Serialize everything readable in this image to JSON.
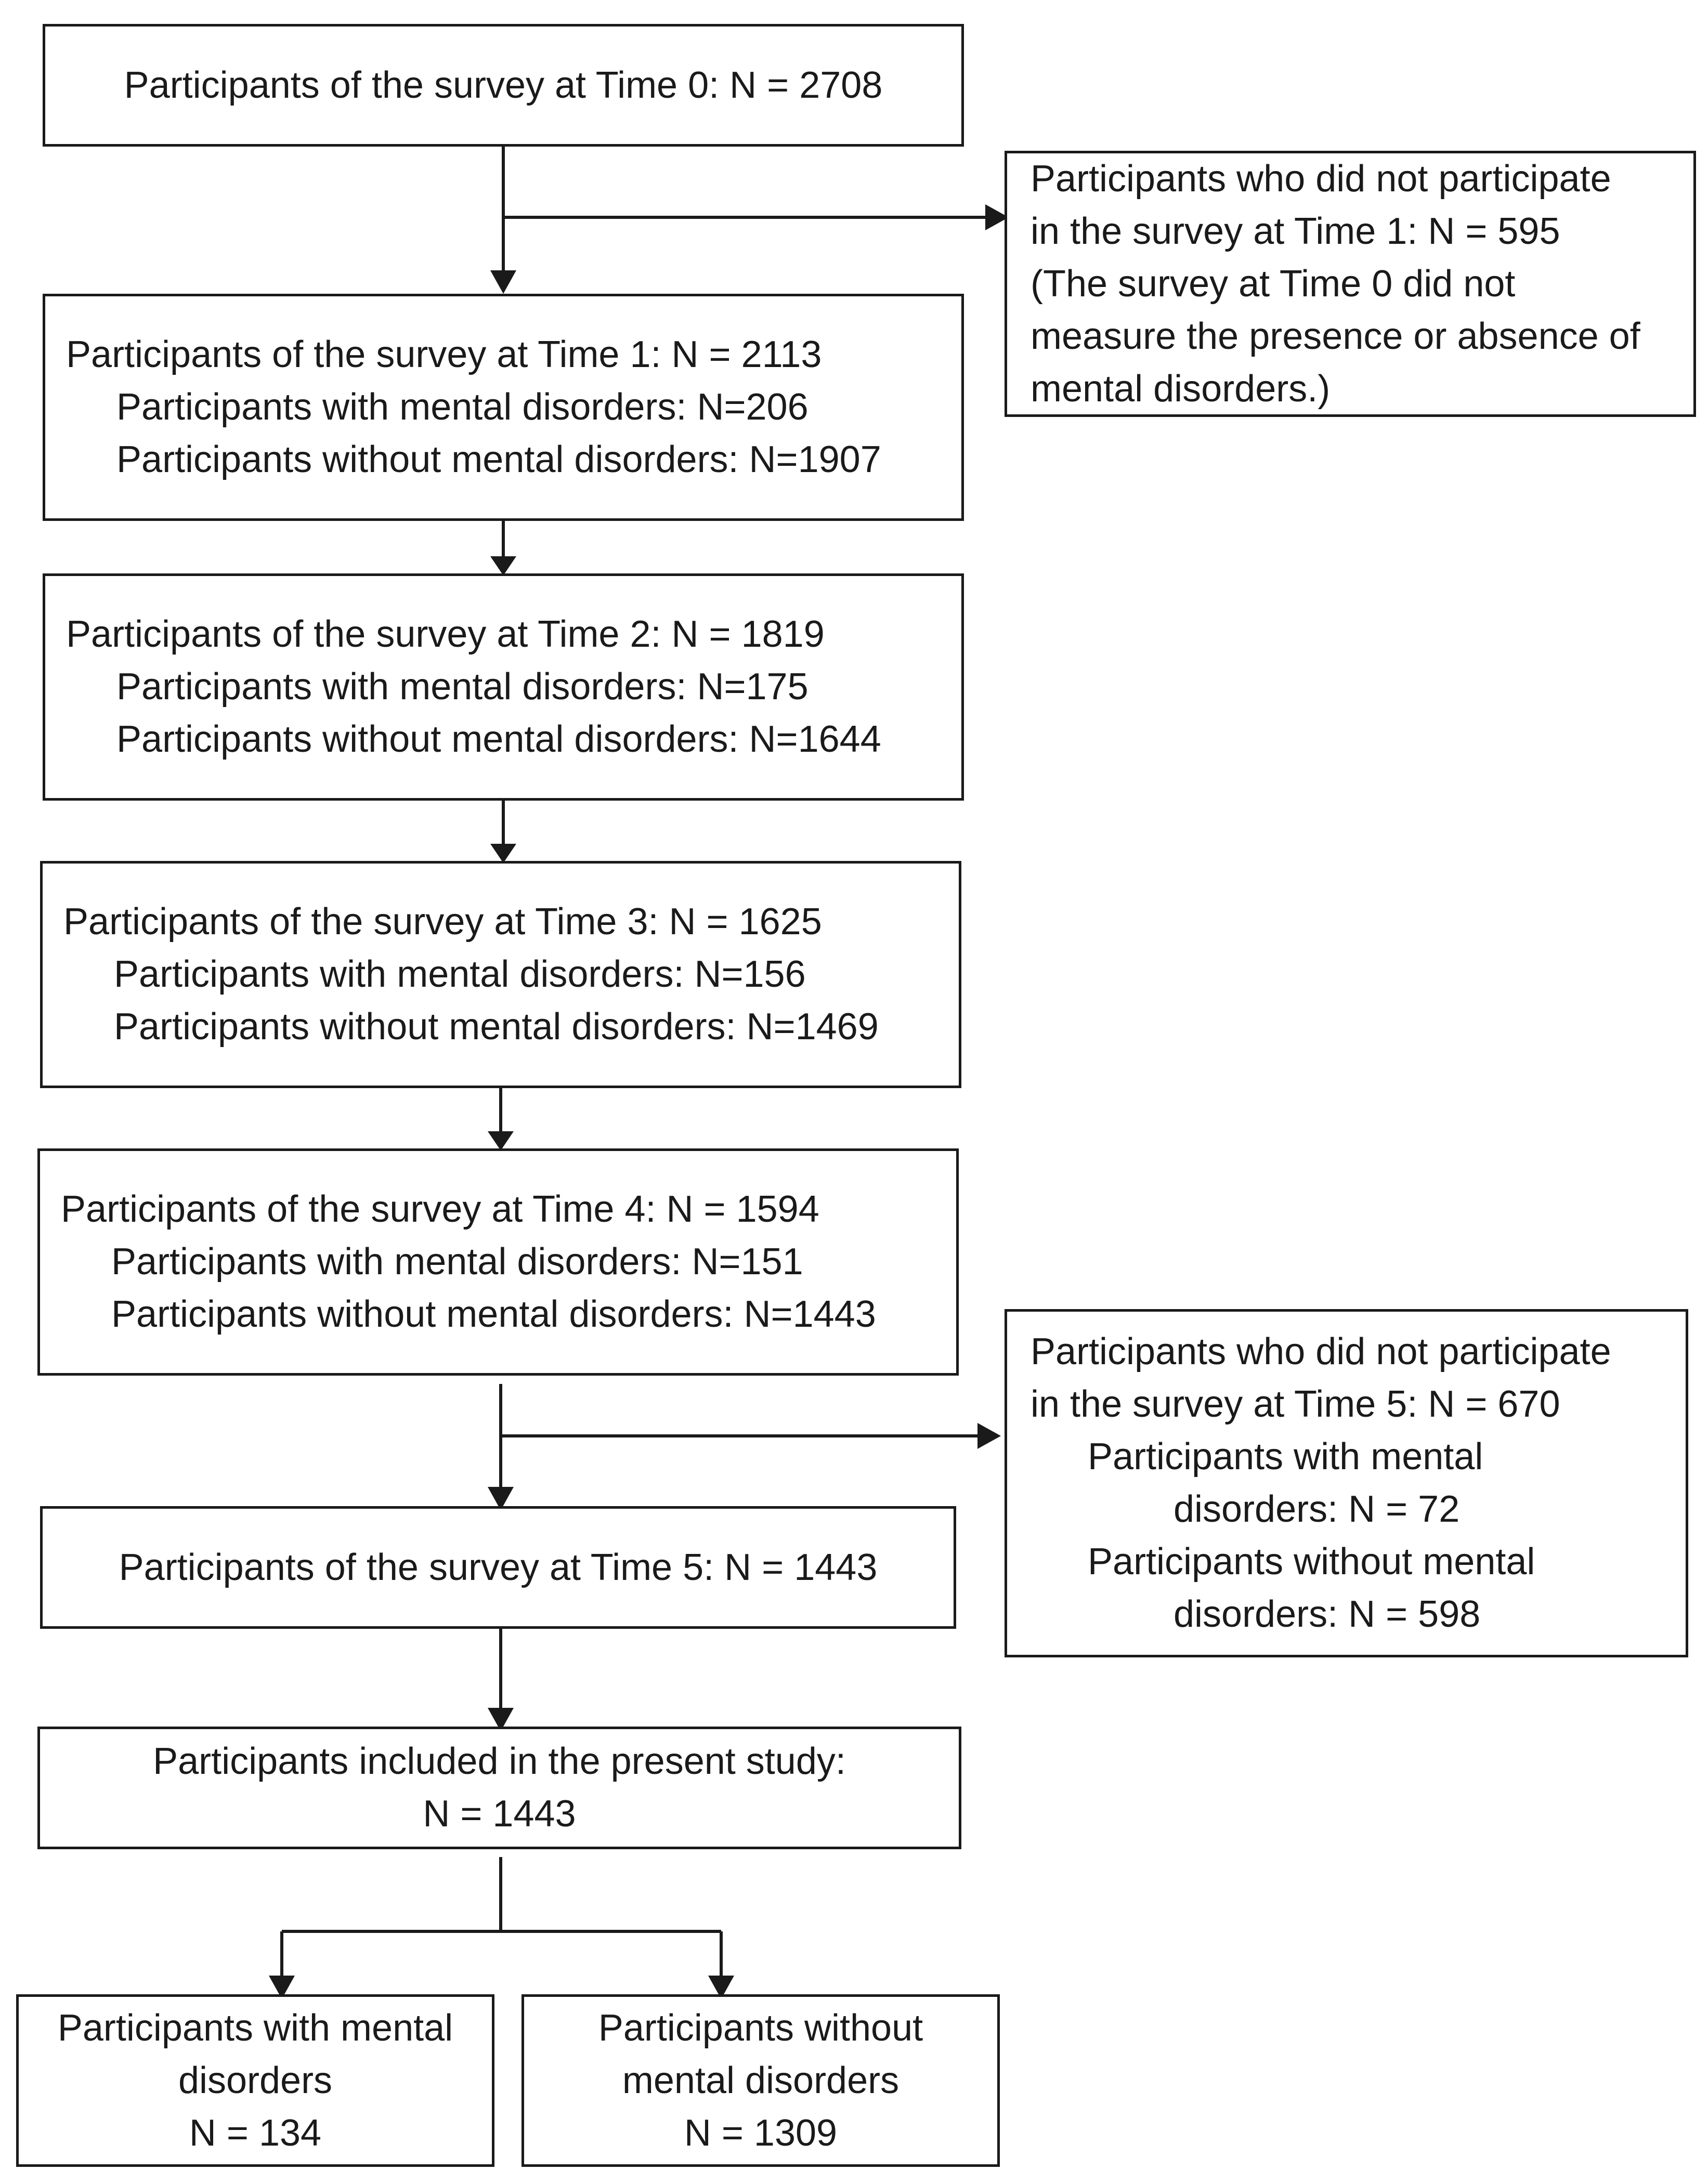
{
  "boxes": {
    "time0": {
      "line1": "Participants of the survey at Time 0: N = 2708"
    },
    "dropout1": {
      "line1": "Participants who did not participate",
      "line2": "in the survey at Time 1: N = 595",
      "line3": "(The survey at Time 0 did not",
      "line4": "measure the presence or absence of",
      "line5": "mental disorders.)"
    },
    "time1": {
      "line1": "Participants of the survey at Time 1: N = 2113",
      "line2": "Participants with mental disorders: N=206",
      "line3": "Participants without mental disorders: N=1907"
    },
    "time2": {
      "line1": "Participants of the survey at Time 2: N = 1819",
      "line2": "Participants with mental disorders: N=175",
      "line3": "Participants without mental disorders: N=1644"
    },
    "time3": {
      "line1": "Participants of the survey at Time 3: N = 1625",
      "line2": "Participants with mental disorders: N=156",
      "line3": "Participants without mental disorders: N=1469"
    },
    "time4": {
      "line1": "Participants of the survey at Time 4: N = 1594",
      "line2": "Participants with mental disorders: N=151",
      "line3": "Participants without mental disorders: N=1443"
    },
    "dropout5": {
      "line1": "Participants who did not participate",
      "line2": "in the survey at Time 5: N = 670",
      "line3": "Participants with mental",
      "line4": "disorders: N = 72",
      "line5": "Participants without mental",
      "line6": "disorders: N = 598"
    },
    "time5": {
      "line1": "Participants of the survey at Time 5: N = 1443"
    },
    "included": {
      "line1": "Participants included in the present study:",
      "line2": "N = 1443"
    },
    "with_md": {
      "line1": "Participants with mental",
      "line2": "disorders",
      "line3": "N = 134"
    },
    "without_md": {
      "line1": "Participants without",
      "line2": "mental disorders",
      "line3": "N = 1309"
    }
  },
  "colors": {
    "stroke": "#1a1a1a",
    "text": "#1a1a1a",
    "background": "#ffffff"
  }
}
